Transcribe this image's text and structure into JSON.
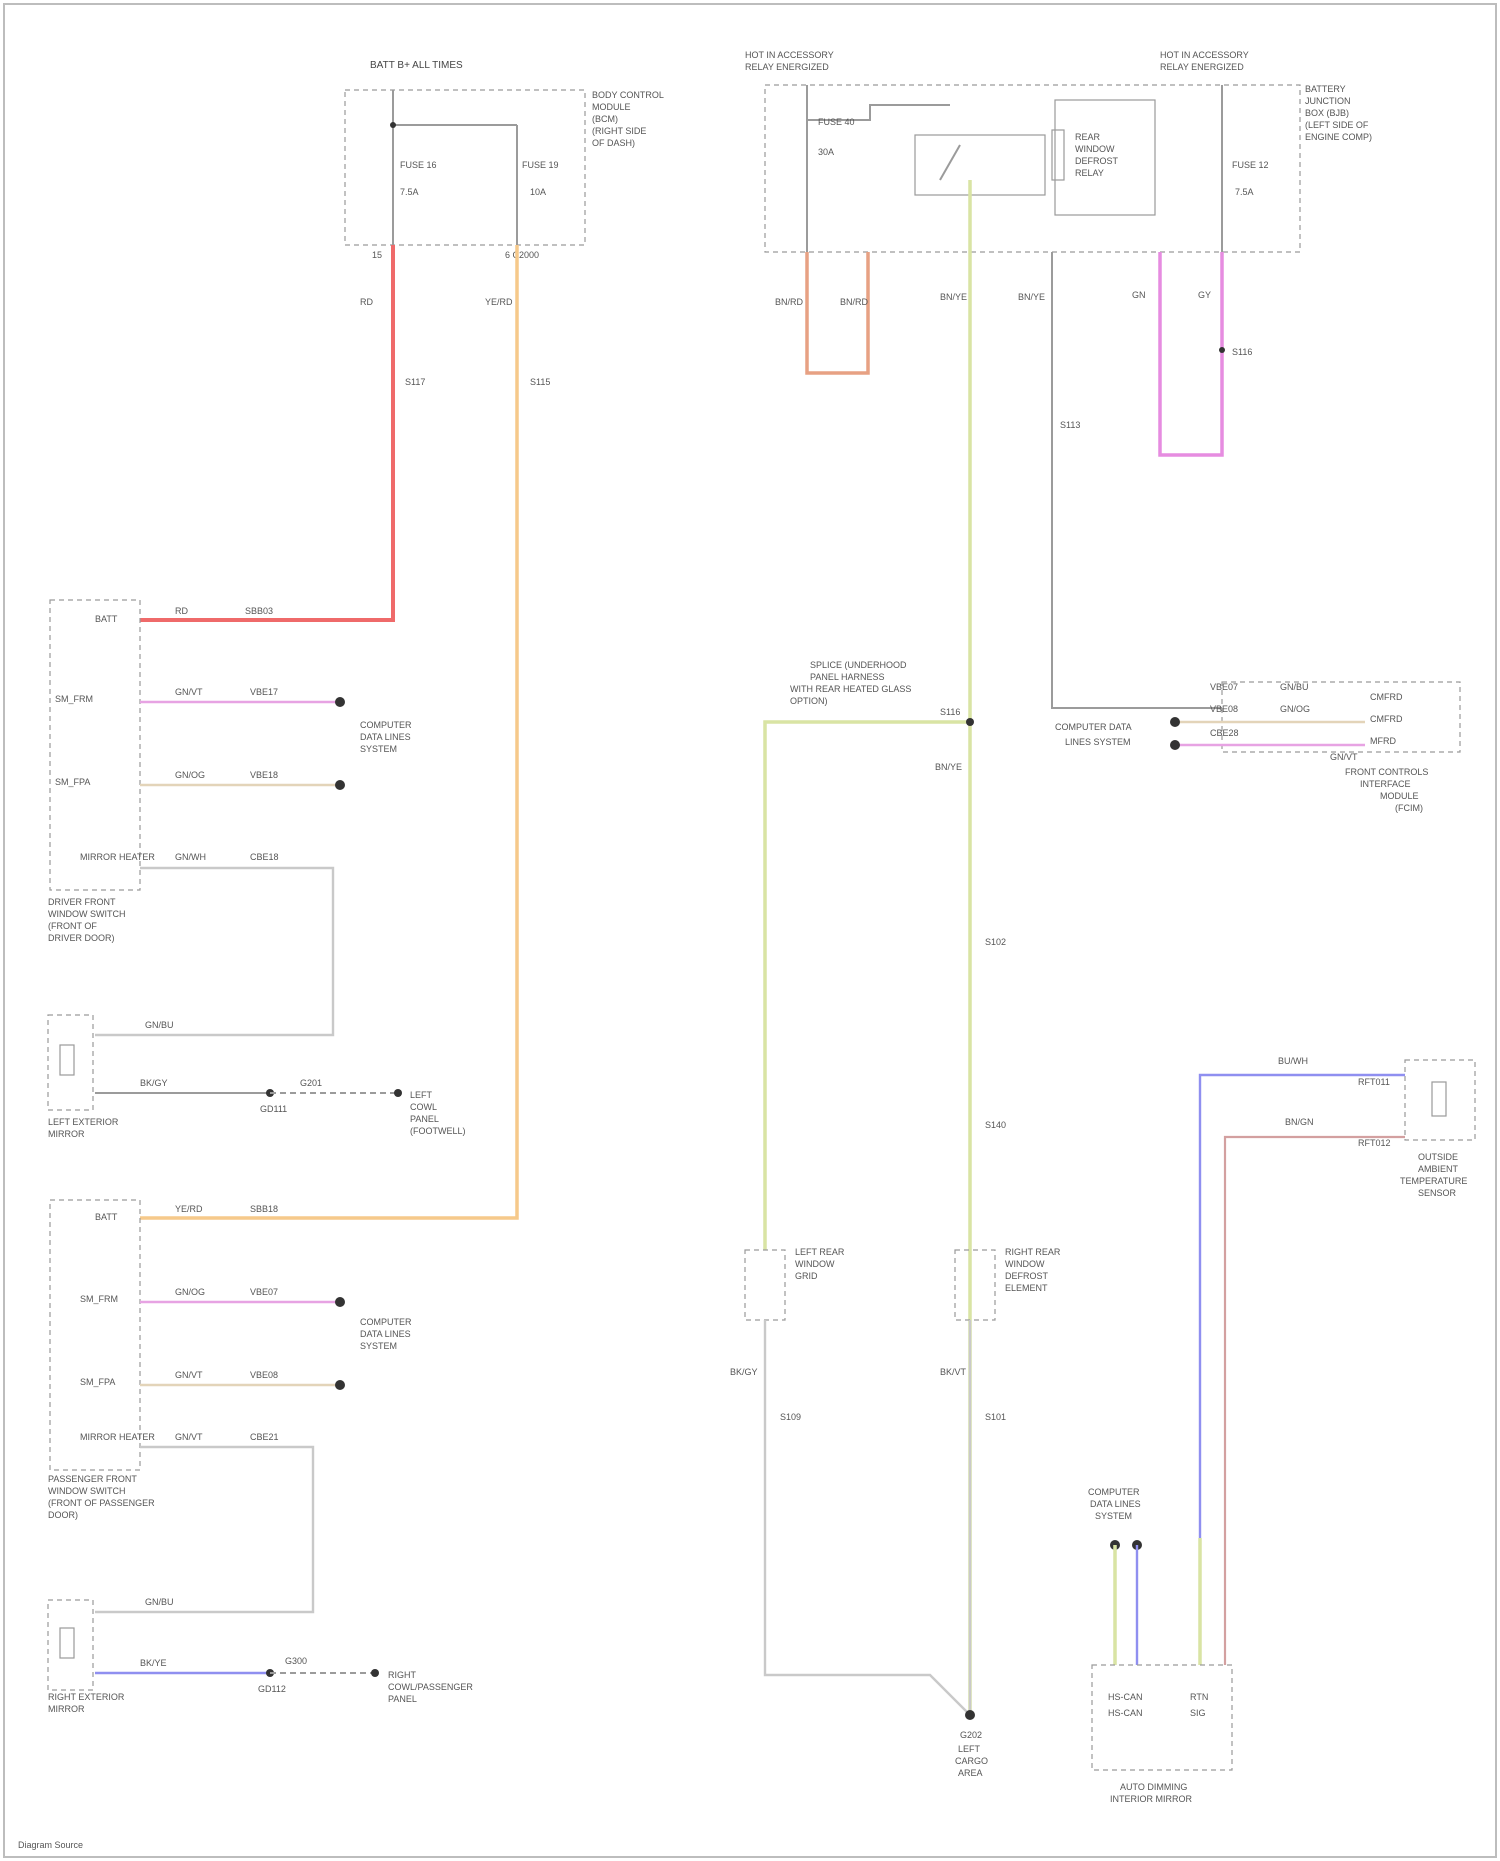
{
  "diagram": {
    "fuse_block_left": {
      "title": "BATT B+ ALL TIMES",
      "desc": [
        "BODY CONTROL",
        "MODULE",
        "(BCM)",
        "(RIGHT SIDE",
        "OF DASH)"
      ],
      "fuse_a": "FUSE 16",
      "fuse_a_amp": "7.5A",
      "fuse_b": "FUSE 19",
      "fuse_b_amp": "10A",
      "pin_a": "15",
      "pin_b": "6 C2000"
    },
    "relay_block": {
      "left_title": [
        "HOT IN ACCESSORY",
        "RELAY ENERGIZED"
      ],
      "right_title": [
        "HOT IN ACCESSORY",
        "RELAY ENERGIZED"
      ],
      "desc": [
        "BATTERY",
        "JUNCTION",
        "BOX (BJB)",
        "(LEFT SIDE OF",
        "ENGINE COMP)"
      ],
      "fuse_a": "FUSE 40",
      "fuse_a_amp": "30A",
      "relay_label": [
        "REAR",
        "WINDOW",
        "DEFROST",
        "RELAY"
      ],
      "fuse_b": "FUSE 12",
      "fuse_b_amp": "7.5A"
    },
    "wire_labels": {
      "w_red_color": "RD",
      "w_red_splice": "S117",
      "w_yel_color": "YE/RD",
      "w_yel_splice": "S115",
      "w_org_a": "BN/RD",
      "w_org_b": "BN/RD",
      "w_grn_main": "BN/YE",
      "w_gray_main": "BN/YE",
      "w_pnk_a": "GN",
      "w_pnk_b": "GY",
      "w_pnk_splice": "S116",
      "gray_splice": "S113"
    },
    "left_mirror_module": {
      "name": [
        "DRIVER FRONT",
        "WINDOW SWITCH",
        "(FRONT OF",
        "DRIVER DOOR)"
      ],
      "pin_batt": "BATT",
      "pin_batt_wire": "RD",
      "pin_batt_code": "SBB03",
      "pin_a": "SM_FRM",
      "pin_a_wire": "GN/VT",
      "pin_a_code": "VBE17",
      "pin_b": "SM_FPA",
      "pin_b_wire": "GN/OG",
      "pin_b_code": "VBE18",
      "pin_heat": "MIRROR HEATER",
      "pin_heat_wire": "GN/WH",
      "pin_heat_code": "CBE18",
      "comm_label": [
        "COMPUTER",
        "DATA LINES",
        "SYSTEM"
      ],
      "mirror_name": [
        "LEFT EXTERIOR",
        "MIRROR"
      ],
      "mirror_pin_a": "GN/BU",
      "mirror_pin_b": "BK/GY",
      "ground": "G201",
      "ground_desc": [
        "LEFT",
        "COWL",
        "PANEL",
        "(FOOTWELL)"
      ],
      "ground_code": "GD111"
    },
    "right_mirror_module": {
      "name": [
        "PASSENGER FRONT",
        "WINDOW SWITCH",
        "(FRONT OF PASSENGER",
        "DOOR)"
      ],
      "pin_batt": "BATT",
      "pin_batt_wire": "YE/RD",
      "pin_batt_code": "SBB18",
      "pin_a": "SM_FRM",
      "pin_a_wire": "GN/OG",
      "pin_a_code": "VBE07",
      "pin_b": "SM_FPA",
      "pin_b_wire": "GN/VT",
      "pin_b_code": "VBE08",
      "pin_heat": "MIRROR HEATER",
      "pin_heat_wire": "GN/VT",
      "pin_heat_code": "CBE21",
      "comm_label": [
        "COMPUTER",
        "DATA LINES",
        "SYSTEM"
      ],
      "mirror_name": [
        "RIGHT EXTERIOR",
        "MIRROR"
      ],
      "mirror_pin_a": "GN/BU",
      "mirror_pin_b": "BK/YE",
      "ground": "G300",
      "ground_desc": [
        "RIGHT",
        "COWL/PASSENGER",
        "PANEL"
      ],
      "ground_code": "GD112"
    },
    "center": {
      "fuse_note": [
        "SPLICE (UNDERHOOD",
        "PANEL HARNESS",
        "WITH REAR HEATED GLASS",
        "OPTION)"
      ],
      "splice_top": "S116",
      "left_defrost": [
        "LEFT REAR",
        "WINDOW",
        "GRID"
      ],
      "right_defrost": [
        "RIGHT REAR",
        "WINDOW",
        "DEFROST",
        "ELEMENT"
      ],
      "left_splice": "S109",
      "right_splice": "S101",
      "mid_splice_a": "S102",
      "mid_splice_b": "S140",
      "ground": "G202",
      "ground_desc": [
        "LEFT",
        "CARGO",
        "AREA"
      ],
      "wire_a": "BN/YE",
      "wire_b": "BK/GY",
      "wire_c": "BK/VT"
    },
    "climate_module": {
      "pins": [
        "CMFRD",
        "CMFRD",
        "MFRD"
      ],
      "codes": [
        "VBE07",
        "VBE08",
        "CBE28"
      ],
      "wires": [
        "GN/BU",
        "GN/OG",
        "GN/VT"
      ],
      "comm_label": [
        "COMPUTER DATA",
        "LINES SYSTEM"
      ],
      "name": [
        "FRONT CONTROLS",
        "INTERFACE",
        "MODULE",
        "(FCIM)"
      ]
    },
    "sensor": {
      "wire_top": "BU/WH",
      "wire_bot": "BN/GN",
      "code_top": "RFT011",
      "code_bot": "RFT012",
      "name": [
        "OUTSIDE",
        "AMBIENT",
        "TEMPERATURE",
        "SENSOR"
      ]
    },
    "auto_dimming": {
      "comm_label": [
        "COMPUTER",
        "DATA LINES",
        "SYSTEM"
      ],
      "pins": [
        "HS-CAN",
        "HS-CAN",
        "RTN",
        "SIG"
      ],
      "name": [
        "AUTO DIMMING",
        "INTERIOR MIRROR"
      ]
    },
    "footer": "Diagram Source"
  }
}
